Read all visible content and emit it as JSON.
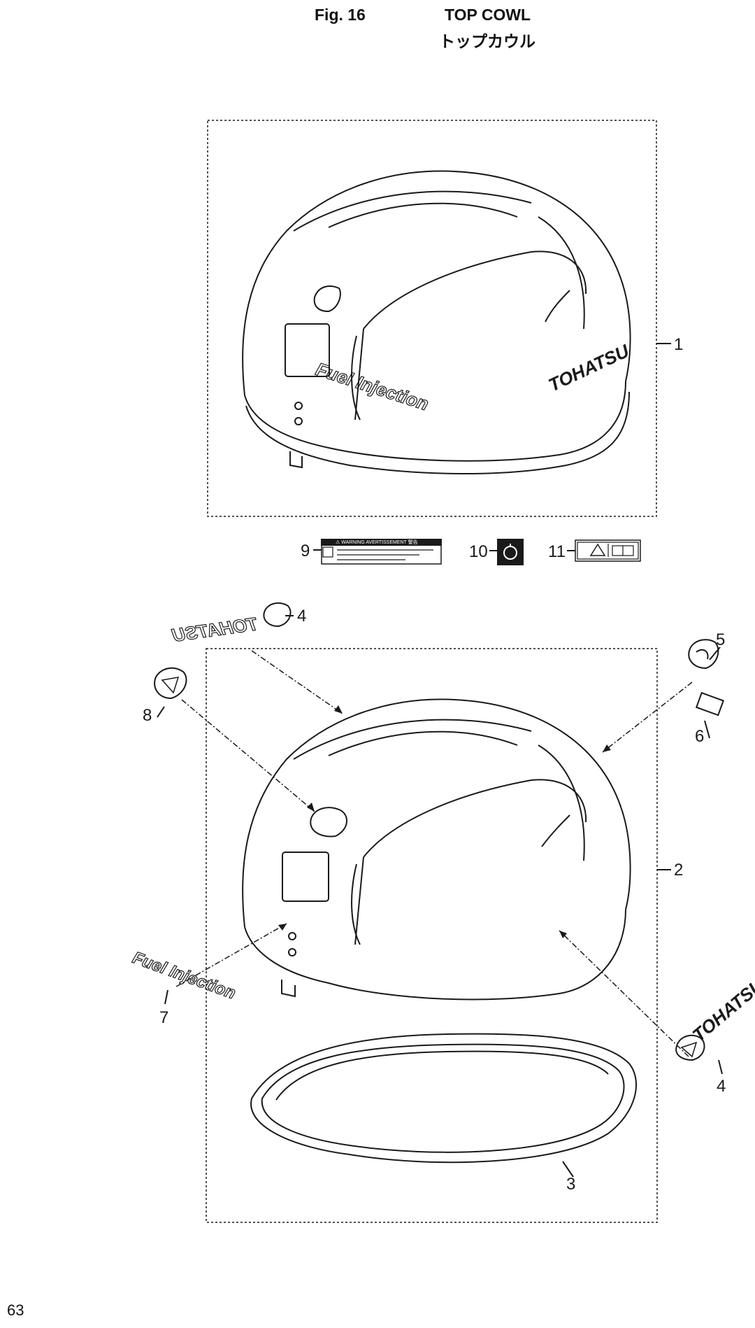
{
  "header": {
    "fig_number": "Fig. 16",
    "title_en": "TOP COWL",
    "title_jp": "トップカウル"
  },
  "page_number": "63",
  "callouts": [
    "1",
    "2",
    "3",
    "4",
    "4",
    "5",
    "6",
    "7",
    "8",
    "9",
    "10",
    "11"
  ],
  "labels": {
    "warning_header": "⚠  WARNING  AVERTISSEMENT  警告"
  },
  "logos": {
    "fuel_injection": "Fuel Injection",
    "brand": "TOHATSU",
    "brand_mirrored": "TOHATSU"
  },
  "colors": {
    "line": "#1a1a1a",
    "background": "#ffffff"
  }
}
